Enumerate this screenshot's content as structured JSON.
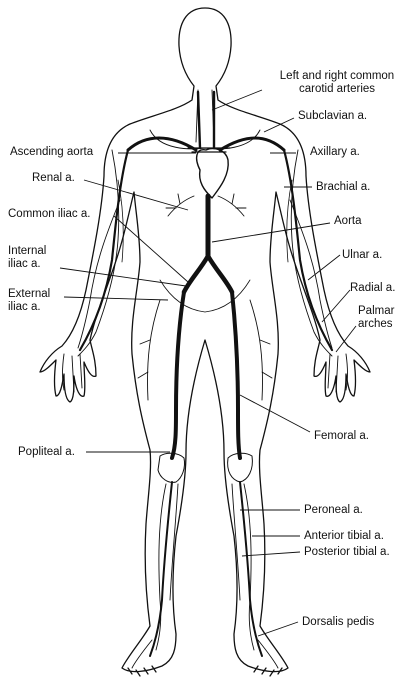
{
  "labels": {
    "left_right_carotid_1": "Left and right common",
    "left_right_carotid_2": "carotid arteries",
    "subclavian": "Subclavian a.",
    "ascending_aorta": "Ascending aorta",
    "axillary": "Axillary a.",
    "renal": "Renal a.",
    "brachial": "Brachial a.",
    "common_iliac": "Common iliac a.",
    "aorta": "Aorta",
    "internal_iliac_1": "Internal",
    "internal_iliac_2": "iliac a.",
    "ulnar": "Ulnar a.",
    "external_iliac_1": "External",
    "external_iliac_2": "iliac a.",
    "radial": "Radial a.",
    "palmar_1": "Palmar",
    "palmar_2": "arches",
    "femoral": "Femoral a.",
    "popliteal": "Popliteal a.",
    "peroneal": "Peroneal a.",
    "anterior_tibial": "Anterior tibial a.",
    "posterior_tibial": "Posterior tibial a.",
    "dorsalis_pedis": "Dorsalis pedis"
  }
}
